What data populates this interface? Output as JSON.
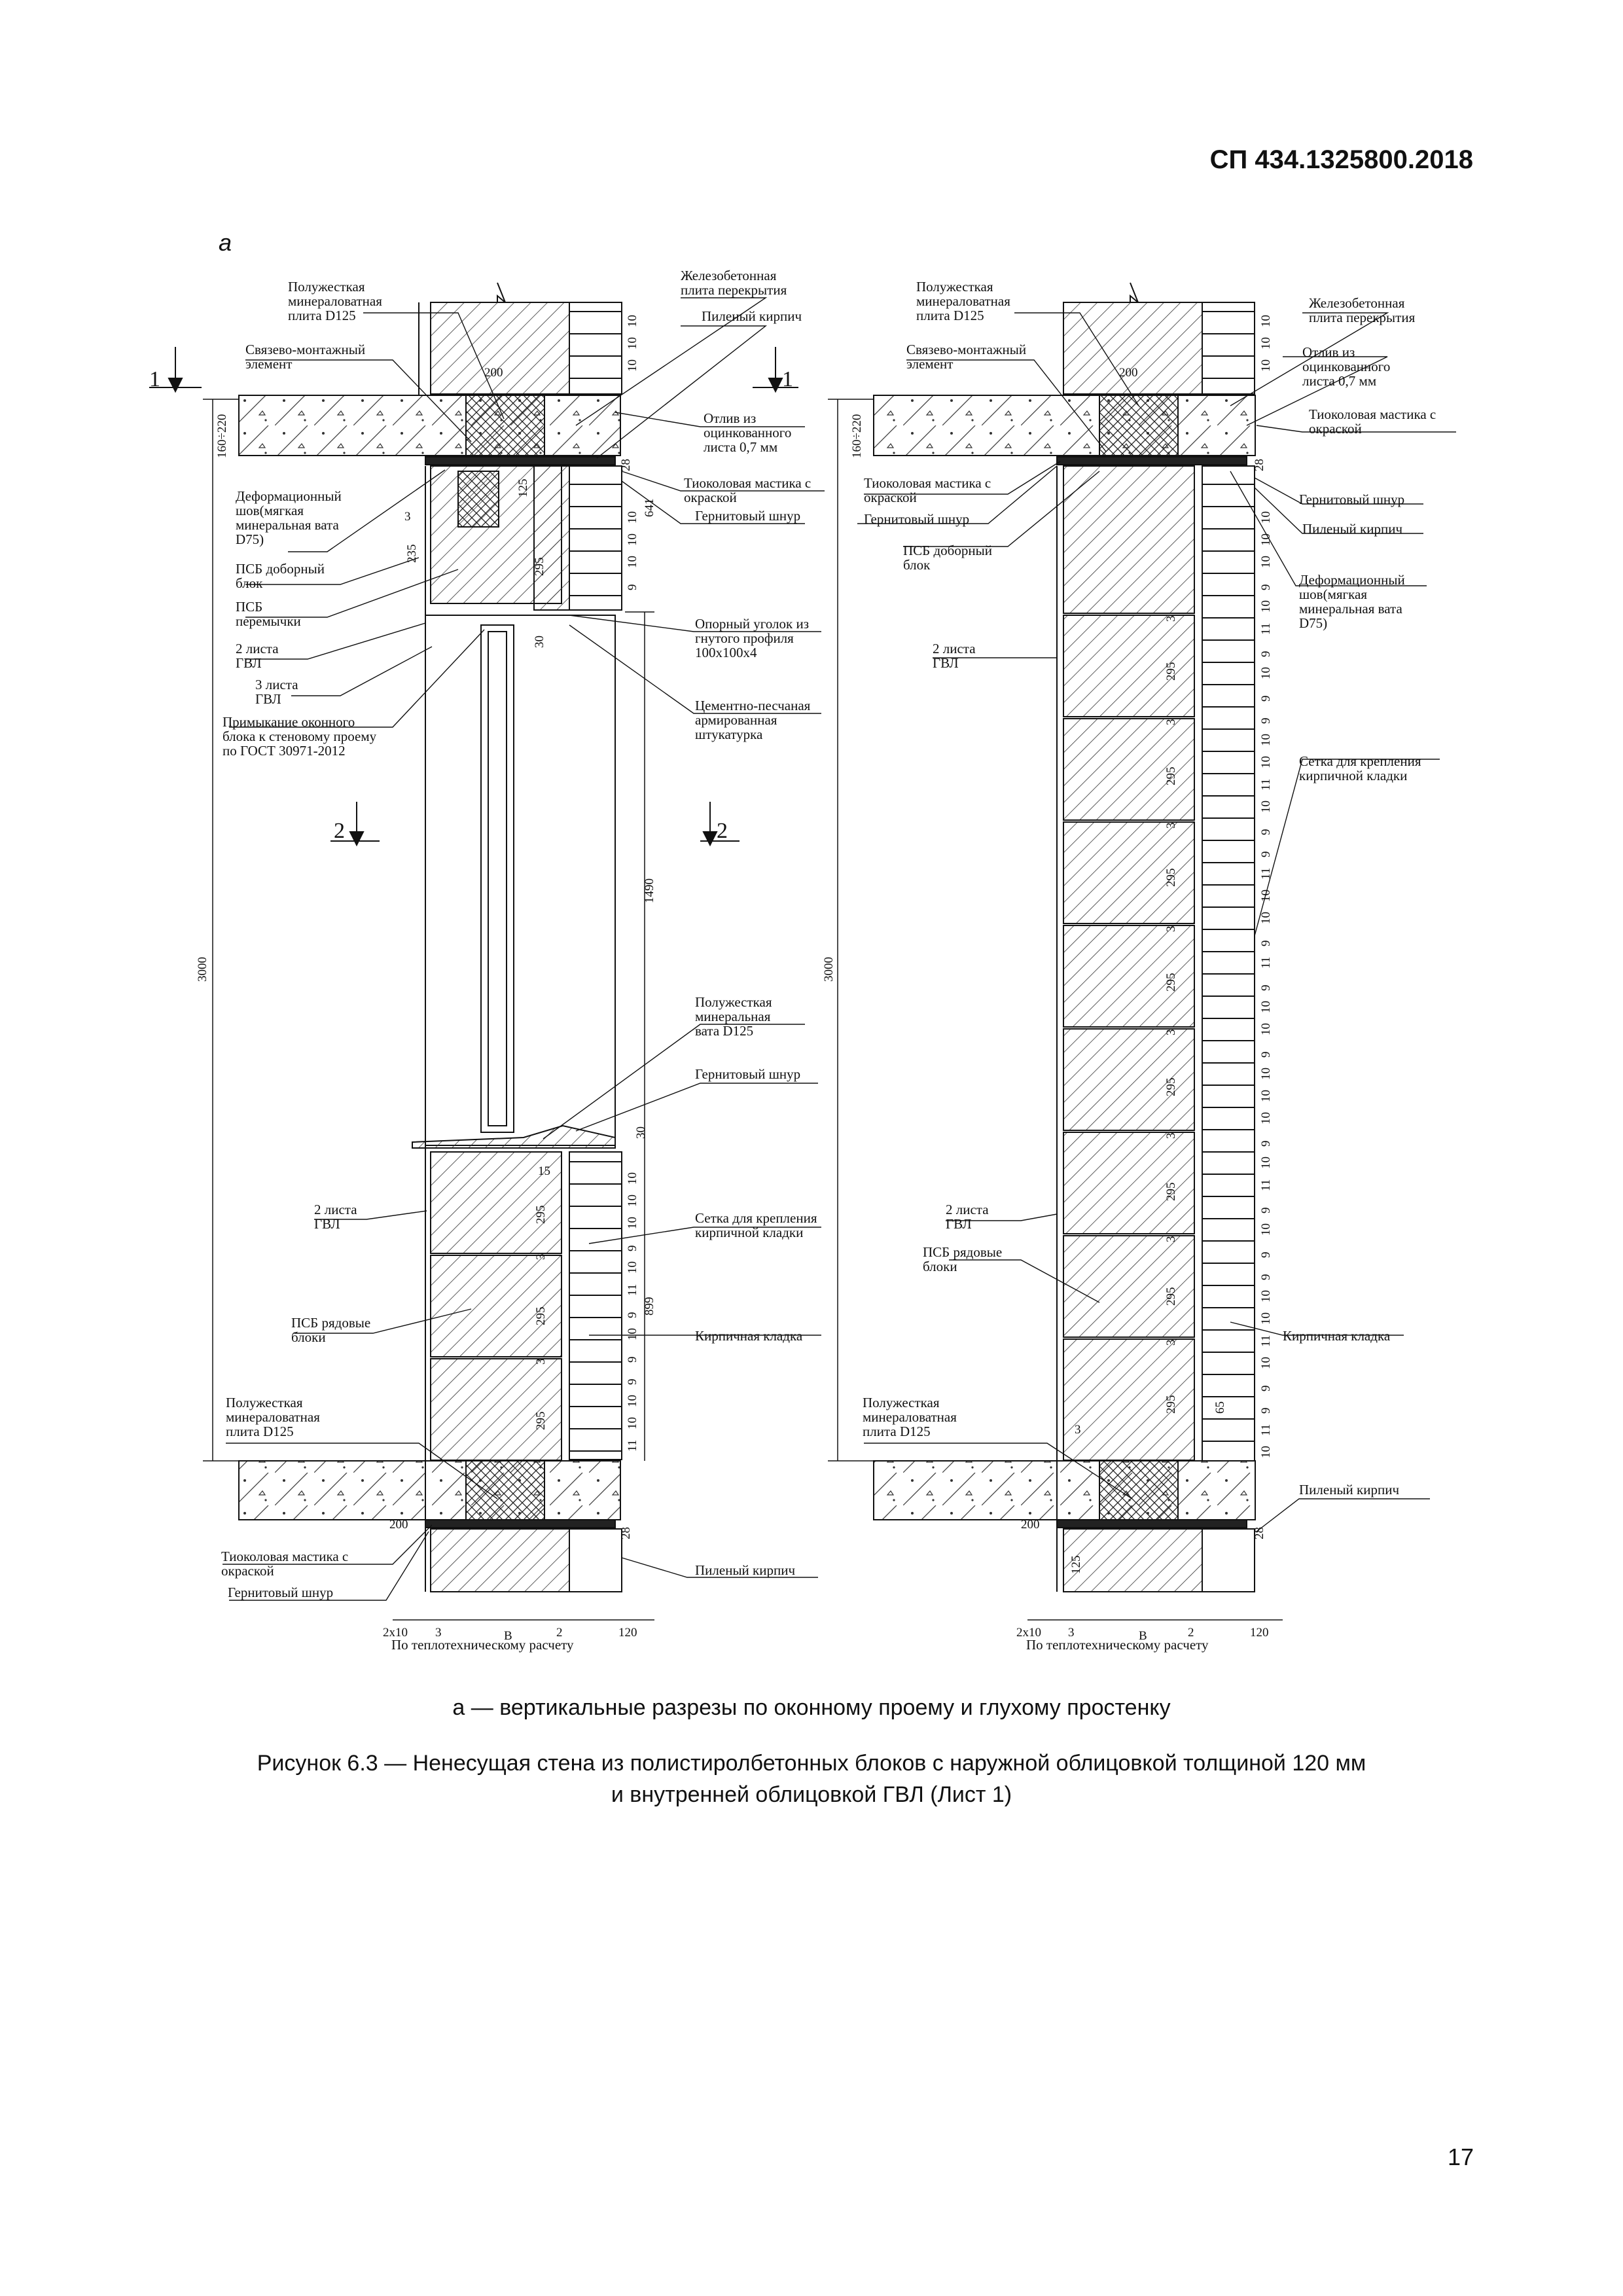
{
  "header": {
    "doc_code": "СП 434.1325800.2018"
  },
  "figure": {
    "sub_label": "а",
    "caption_a": "а — вертикальные разрезы по оконному проему и глухому простенку",
    "title_line1": "Рисунок 6.3 — Ненесущая стена из полистиролбетонных блоков с наружной облицовкой толщиной 120 мм",
    "title_line2": "и внутренней облицовкой ГВЛ (Лист 1)"
  },
  "left_section": {
    "labels": {
      "mineral_plate_top": [
        "Полужесткая",
        "минераловатная",
        "плита D125"
      ],
      "connect_element": [
        "Связево-монтажный",
        "элемент"
      ],
      "rc_slab": [
        "Железобетонная",
        "плита перекрытия"
      ],
      "sawn_brick_top": [
        "Пиленый кирпич"
      ],
      "drip": [
        "Отлив из",
        "оцинкованного",
        "листа 0,7 мм"
      ],
      "thiokol_top": [
        "Тиоколовая мастика с",
        "окраской"
      ],
      "gernit_top": [
        "Гернитовый шнур"
      ],
      "deform_joint": [
        "Деформационный",
        "шов(мягкая",
        "минеральная вата",
        "D75)"
      ],
      "psb_extra": [
        "ПСБ доборный",
        "блок"
      ],
      "psb_lintel": [
        "ПСБ",
        "перемычки"
      ],
      "gvl2_top": [
        "2 листа",
        "ГВЛ"
      ],
      "gvl3": [
        "3 листа",
        "ГВЛ"
      ],
      "window_adj": [
        "Примыкание оконного",
        "блока к стеновому проему",
        "по ГОСТ 30971-2012"
      ],
      "support_angle": [
        "Опорный уголок из",
        "гнутого профиля",
        "100х100х4"
      ],
      "plaster": [
        "Цементно-песчаная",
        "армированная",
        "штукатурка"
      ],
      "mineral_wool_mid": [
        "Полужесткая",
        "минеральная",
        "вата D125"
      ],
      "gernit_mid": [
        "Гернитовый шнур"
      ],
      "gvl2_bot": [
        "2 листа",
        "ГВЛ"
      ],
      "mesh": [
        "Сетка для крепления",
        "кирпичной кладки"
      ],
      "psb_row": [
        "ПСБ рядовые",
        "блоки"
      ],
      "brickwork": [
        "Кирпичная кладка"
      ],
      "mineral_plate_bot": [
        "Полужесткая",
        "минераловатная",
        "плита D125"
      ],
      "thiokol_bot": [
        "Тиоколовая мастика с",
        "окраской"
      ],
      "gernit_bot": [
        "Гернитовый шнур"
      ],
      "sawn_brick_bot": [
        "Пиленый кирпич"
      ],
      "bottom_note": [
        "По теплотехническому расчету"
      ]
    },
    "dims": {
      "h_total": "3000",
      "slab": "160÷220",
      "w200_top": "200",
      "w200_bot": "200",
      "d125": "125",
      "d235": "235",
      "d295": "295",
      "d30a": "30",
      "d30b": "30",
      "d1490": "1490",
      "d899": "899",
      "d28a": "28",
      "d28b": "28",
      "d641": "641",
      "d3": "3",
      "d15": "15",
      "b_2x10": "2x10",
      "b_3": "3",
      "b_B": "B",
      "b_2": "2",
      "b_120": "120"
    },
    "section_marks": [
      "1",
      "1",
      "2",
      "2"
    ]
  },
  "right_section": {
    "labels": {
      "mineral_plate_top": [
        "Полужесткая",
        "минераловатная",
        "плита D125"
      ],
      "connect_element": [
        "Связево-монтажный",
        "элемент"
      ],
      "rc_slab": [
        "Железобетонная",
        "плита перекрытия"
      ],
      "drip": [
        "Отлив из",
        "оцинкованного",
        "листа 0,7 мм"
      ],
      "thiokol_top": [
        "Тиоколовая мастика с",
        "окраской"
      ],
      "thiokol_left": [
        "Тиоколовая мастика с",
        "окраской"
      ],
      "gernit_left": [
        "Гернитовый шнур"
      ],
      "psb_extra": [
        "ПСБ доборный",
        "блок"
      ],
      "gernit_right": [
        "Гернитовый шнур"
      ],
      "sawn_brick_top": [
        "Пиленый кирпич"
      ],
      "deform_joint": [
        "Деформационный",
        "шов(мягкая",
        "минеральная вата",
        "D75)"
      ],
      "gvl2_top": [
        "2 листа",
        "ГВЛ"
      ],
      "mesh": [
        "Сетка для крепления",
        "кирпичной кладки"
      ],
      "gvl2_bot": [
        "2 листа",
        "ГВЛ"
      ],
      "psb_row": [
        "ПСБ рядовые",
        "блоки"
      ],
      "brickwork": [
        "Кирпичная кладка"
      ],
      "mineral_plate_bot": [
        "Полужесткая",
        "минераловатная",
        "плита D125"
      ],
      "sawn_brick_bot": [
        "Пиленый кирпич"
      ],
      "bottom_note": [
        "По теплотехническому расчету"
      ]
    },
    "dims": {
      "h_total": "3000",
      "slab": "160÷220",
      "w200_top": "200",
      "w200_bot": "200",
      "d125": "125",
      "d28a": "28",
      "d28b": "28",
      "d65": "65",
      "d3": "3",
      "b_2x10": "2x10",
      "b_3": "3",
      "b_B": "B",
      "b_2": "2",
      "b_120": "120"
    }
  },
  "block_dims": {
    "block": "295",
    "joint": "3"
  },
  "brick_joint_values": [
    "10",
    "10",
    "10",
    "9",
    "10",
    "11",
    "9",
    "10",
    "9",
    "9",
    "10",
    "10",
    "11",
    "10",
    "9",
    "9",
    "11",
    "10",
    "10",
    "9",
    "11",
    "9",
    "10",
    "10",
    "9"
  ]
}
